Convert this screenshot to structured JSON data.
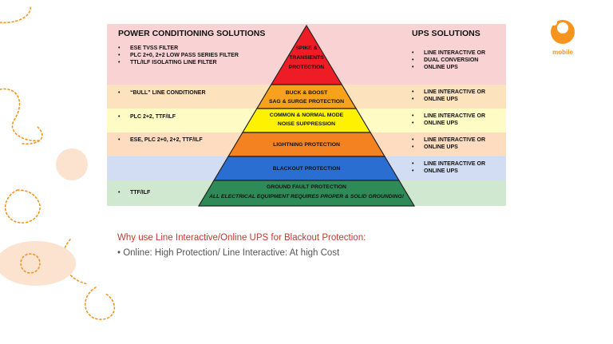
{
  "logo": {
    "icon": "u-mobile-logo-icon",
    "text": "mobile",
    "color": "#f7941d"
  },
  "diagram": {
    "left_header": "POWER CONDITIONING SOLUTIONS",
    "right_header": "UPS SOLUTIONS",
    "tiers": [
      {
        "color": "#ee1c25",
        "bg": "#f9d3d3",
        "left": [
          "ESE TVSS FILTER",
          "PLC 2+0, 2+2 LOW PASS SERIES FILTER",
          "TTL/ILF ISOLATING LINE FILTER"
        ],
        "label": [
          "SPIKE &",
          "TRANSIENTS",
          "PROTECTION"
        ],
        "right": [
          "LINE INTERACTIVE OR",
          "DUAL CONVERSION",
          "ONLINE UPS"
        ]
      },
      {
        "color": "#f7a21a",
        "bg": "#fde3bd",
        "left": [
          "“BULL” LINE CONDITIONER"
        ],
        "label": [
          "BUCK & BOOST",
          "SAG & SURGE PROTECTION"
        ],
        "right": [
          "LINE INTERACTIVE OR",
          "ONLINE UPS"
        ]
      },
      {
        "color": "#fff200",
        "bg": "#fefbc4",
        "left": [
          "PLC 2+2, TTF/ILF"
        ],
        "label": [
          "COMMON & NORMAL MODE",
          "NOISE SUPPRESSION"
        ],
        "right": [
          "LINE INTERACTIVE OR",
          "ONLINE UPS"
        ]
      },
      {
        "color": "#f58220",
        "bg": "#fddcc0",
        "left": [
          "ESE, PLC 2+0, 2+2, TTF/ILF"
        ],
        "label": [
          "LIGHTNING PROTECTION"
        ],
        "right": [
          "LINE INTERACTIVE OR",
          "ONLINE UPS"
        ]
      },
      {
        "color": "#2a6ed1",
        "bg": "#d2dcf3",
        "left": [],
        "label": [
          "BLACKOUT PROTECTION"
        ],
        "right": [
          "LINE INTERACTIVE OR",
          "ONLINE UPS"
        ]
      },
      {
        "color": "#2e8b57",
        "bg": "#cfe8cf",
        "left": [
          "TTF/ILF"
        ],
        "label": [
          "GROUND FAULT PROTECTION"
        ],
        "sublabel": "ALL ELECTRICAL EQUIPMENT REQUIRES PROPER & SOLID GROUNDING!",
        "right": []
      }
    ]
  },
  "caption": "Why use Line Interactive/Online UPS for Blackout Protection:",
  "bullet": "•   Online: High Protection/ Line Interactive: At high Cost"
}
